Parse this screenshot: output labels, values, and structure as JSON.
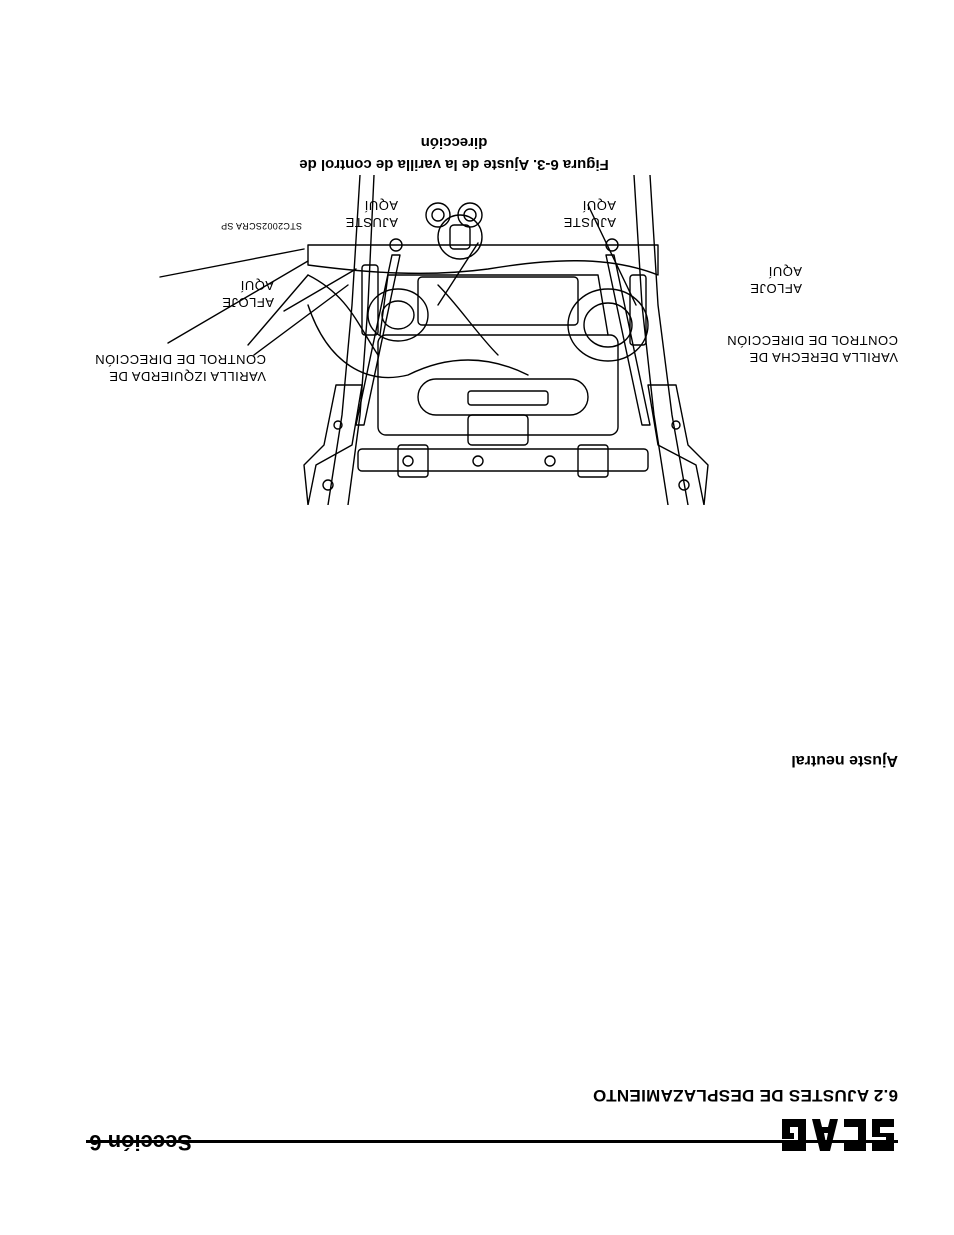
{
  "header": {
    "brand": "SCAG",
    "section": "Sección 6"
  },
  "content": {
    "section_heading": "6.2 AJUSTES DE DESPLAZAMIENTO",
    "subheading": "Ajuste neutral"
  },
  "figure": {
    "callouts": {
      "right_rod_line1": "VARILLA DERECHA DE",
      "right_rod_line2": "CONTROL DE DIRECCIÓN",
      "right_loosen_line1": "AFLOJE",
      "right_loosen_line2": "AQUÍ",
      "right_adjust_line1": "AJUSTE",
      "right_adjust_line2": "AQUÍ",
      "left_adjust_line1": "AJUSTE",
      "left_adjust_line2": "AQUÍ",
      "left_loosen_line1": "AFLOJE",
      "left_loosen_line2": "AQUÍ",
      "left_rod_line1": "VARILLA IZQUIERDA DE",
      "left_rod_line2": "CONTROL DE DIRECCIÓN"
    },
    "part_code": "STC2002SCRA SP",
    "caption_line1": "Figura 6-3. Ajuste de la varilla de control de",
    "caption_line2": "dirección"
  }
}
